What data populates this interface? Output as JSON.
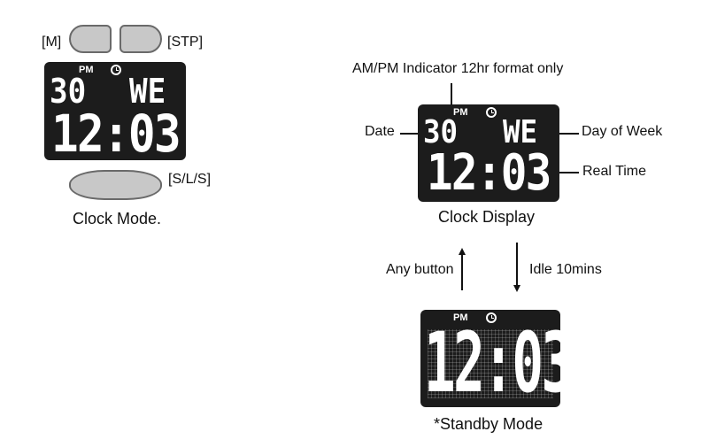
{
  "watch": {
    "button_m": "[M]",
    "button_stp": "[STP]",
    "button_sls": "[S/L/S]",
    "caption": "Clock Mode."
  },
  "display": {
    "pm": "PM",
    "date": "30",
    "day": "WE",
    "time": "12:03"
  },
  "clock_display": {
    "caption": "Clock Display",
    "label_ampm": "AM/PM Indicator 12hr format only",
    "label_date": "Date",
    "label_day": "Day of Week",
    "label_time": "Real Time"
  },
  "transitions": {
    "any_button": "Any button",
    "idle": "Idle 10mins"
  },
  "standby": {
    "caption": "*Standby Mode"
  },
  "colors": {
    "screen": "#1c1c1c",
    "button": "#c8c8c8"
  }
}
